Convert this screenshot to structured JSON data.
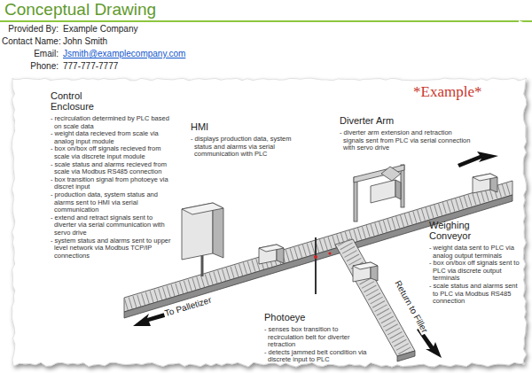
{
  "diagram": {
    "title": "Conceptual Drawing",
    "labels": [
      "Provided By:",
      "Example Company",
      "Contact Name:",
      "John Smith",
      "Email:",
      "Jsmith@examplecompany.com",
      "Phone:",
      "777-777-7777",
      "Control Enclosure",
      "- recirculation determined by PLC based on scale data",
      "- weight data recieved from scale via analog input module",
      "- box on/box off signals recieved from scale via discrete input module",
      "- scale status and alarms recieved from scale via Modbus RS485 connection",
      "- box transition signal from photoeye via discret input",
      "- production data, system status and alarms sent to HMI via serial communication",
      "- extend and retract signals sent to diverter via serial communication with servo drive",
      "- system status and alarms sent to upper level network via Modbus TCP/IP connections",
      "HMI",
      "- displays production data, system status and alarms via serial communication with PLC",
      "Diverter Arm",
      "- diverter arm extension and retraction signals sent from PLC via serial connection with servo drive",
      "*Example*",
      "Weighing Conveyor",
      "- weight data sent to PLC via analog output terminals",
      "- box on/box off signals sent to PLC via discrete output terminals",
      "- scale status and alarms sent to PLC via Modbus RS485 connection",
      "Photoeye",
      "- senses box transition to recirculation belt for diverter retraction",
      "- detects jammed belt condition via discrete input to PLC",
      "To Palletizer",
      "Return to Filler"
    ]
  }
}
